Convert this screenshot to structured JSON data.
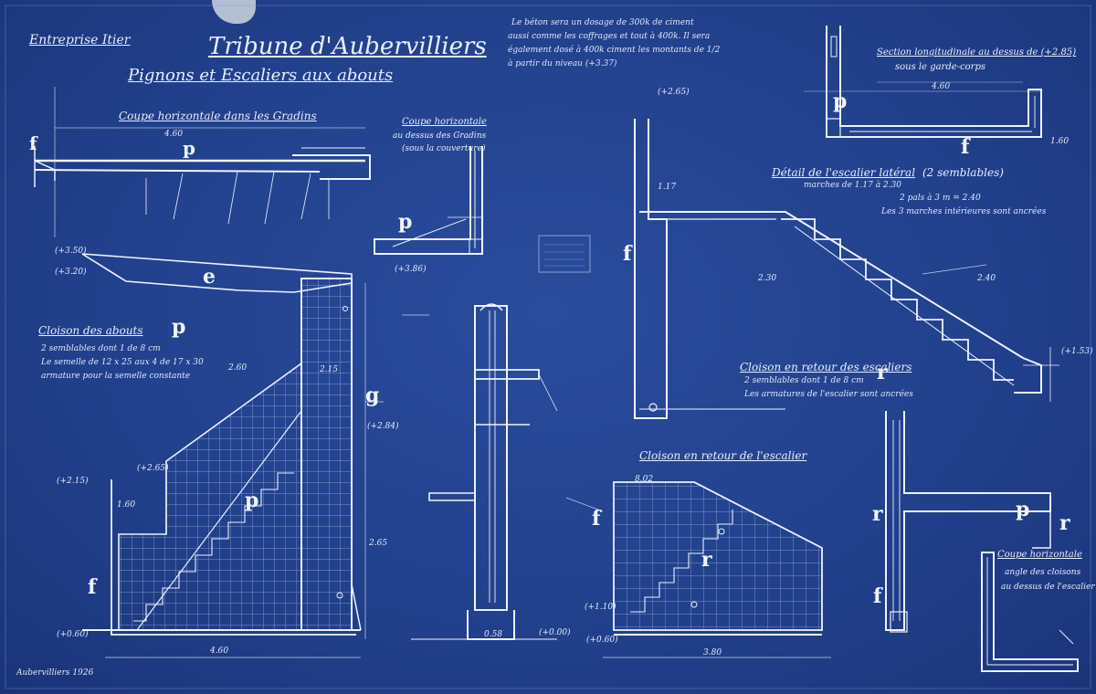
{
  "header": {
    "firm": "Entreprise Itier",
    "title": "Tribune d'Aubervilliers",
    "subtitle": "Pignons et Escaliers aux abouts"
  },
  "views": {
    "coupe_gradins": "Coupe horizontale dans les Gradins",
    "coupe_horizontale_1": "Coupe horizontale",
    "coupe_horizontale_1b": "au dessus des Gradins",
    "coupe_horizontale_1c": "(sous la couverture)",
    "cloison_abouts": "Cloison des abouts",
    "cloison_retour": "Cloison en retour des escaliers",
    "cloison_retour_2": "Cloison en retour de l'escalier",
    "detail_escalier": "Détail de l'escalier latéral",
    "detail_escalier_2": "(2 semblables)",
    "section_longitudinale": "Section longitudinale au dessus de (+2.85)",
    "section_longitudinale_2": "sous le garde-corps",
    "coupe_horizontale_2": "Coupe horizontale",
    "coupe_horizontale_2b": "angle des cloisons",
    "coupe_horizontale_2c": "au dessus de l'escalier"
  },
  "markers": {
    "p": "p",
    "f": "f",
    "e": "e",
    "r": "r",
    "g": "g"
  },
  "notes": {
    "beton": "Le béton sera un dosage de 300k de ciment",
    "beton_2": "aussi comme les coffrages et tout à 400k. Il sera",
    "beton_3": "également dosé à 400k ciment les montants de 1/2",
    "beton_4": "à partir du niveau (+3.37)",
    "cloison_1": "2 semblables dont 1 de 8 cm",
    "cloison_2": "Le semelle de 12 x 25 aux 4 de 17 x 30",
    "cloison_3": "armature pour la semelle constante",
    "escalier_1": "Les 3 marches intérieures sont ancrées",
    "escalier_2": "marches de 1.17 à 2.30",
    "escalier_3": "2 pals à 3 m = 2.40",
    "retour_1": "2 semblables dont 1 de 8 cm",
    "retour_2": "Les armatures de l'escalier sont ancrées"
  },
  "levels": {
    "l1": "(+3.50)",
    "l2": "(+3.20)",
    "l3": "(+2.84)",
    "l4": "(+2.65)",
    "l5": "(+2.15)",
    "l6": "(+0.60)",
    "l7": "(+0.00)",
    "l8": "(+2.65)",
    "l9": "(+3.86)",
    "l10": "(+1.10)",
    "l11": "(+0.60)",
    "l12": "(+1.53)"
  },
  "dims": {
    "d1": "4.60",
    "d2": "2.60",
    "d3": "1.60",
    "d4": "2.65",
    "d5": "4.60",
    "d6": "2.15",
    "d7": "3.80",
    "d8": "1.17",
    "d9": "2.30",
    "d10": "4.60",
    "d11": "8.02",
    "d12": "0.58",
    "d13": "1.60",
    "d14": "2.40"
  },
  "signature": "Aubervilliers 1926"
}
